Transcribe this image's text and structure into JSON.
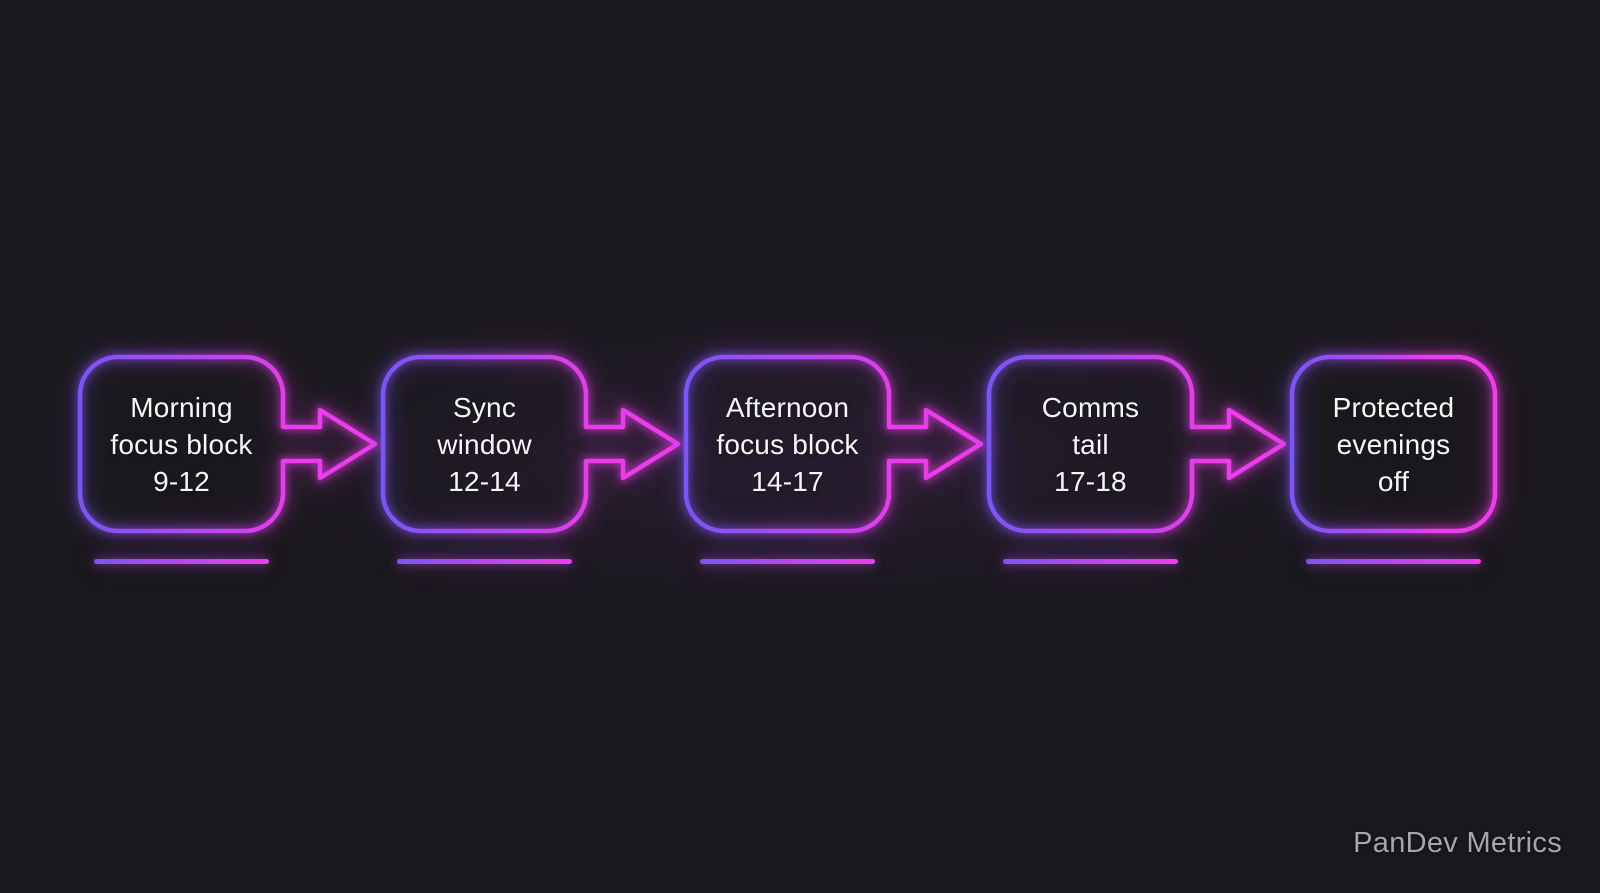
{
  "colors": {
    "background": "#1a181c",
    "neon_purple": "#7b55f5",
    "neon_pink": "#f03cee",
    "text": "#f7f7f9",
    "watermark": "#a7a4aa"
  },
  "steps": [
    {
      "label": "Morning\nfocus block\n9-12"
    },
    {
      "label": "Sync\nwindow\n12-14"
    },
    {
      "label": "Afternoon\nfocus block\n14-17"
    },
    {
      "label": "Comms\ntail\n17-18"
    },
    {
      "label": "Protected\nevenings\noff"
    }
  ],
  "footer": {
    "brand": "PanDev Metrics"
  }
}
